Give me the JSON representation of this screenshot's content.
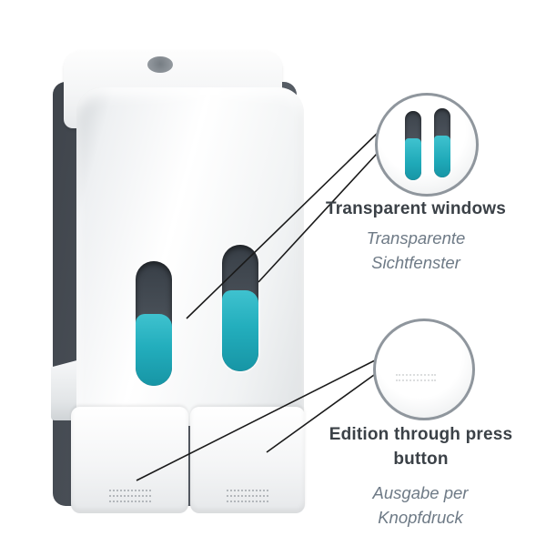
{
  "callout_windows": {
    "title": "Transparent windows",
    "subtitle_line1": "Transparente",
    "subtitle_line2": "Sichtfenster"
  },
  "callout_button": {
    "title_line1": "Edition through press",
    "title_line2": "button",
    "subtitle_line1": "Ausgabe per",
    "subtitle_line2": "Knopfdruck"
  },
  "colors": {
    "liquid_teal": "#23aebd",
    "panel_dark_gray": "#4c525a",
    "title_text": "#3b4147",
    "subtitle_text": "#6e7a86",
    "circle_border": "#8f969d",
    "annotation_line": "#1a1a1a"
  }
}
